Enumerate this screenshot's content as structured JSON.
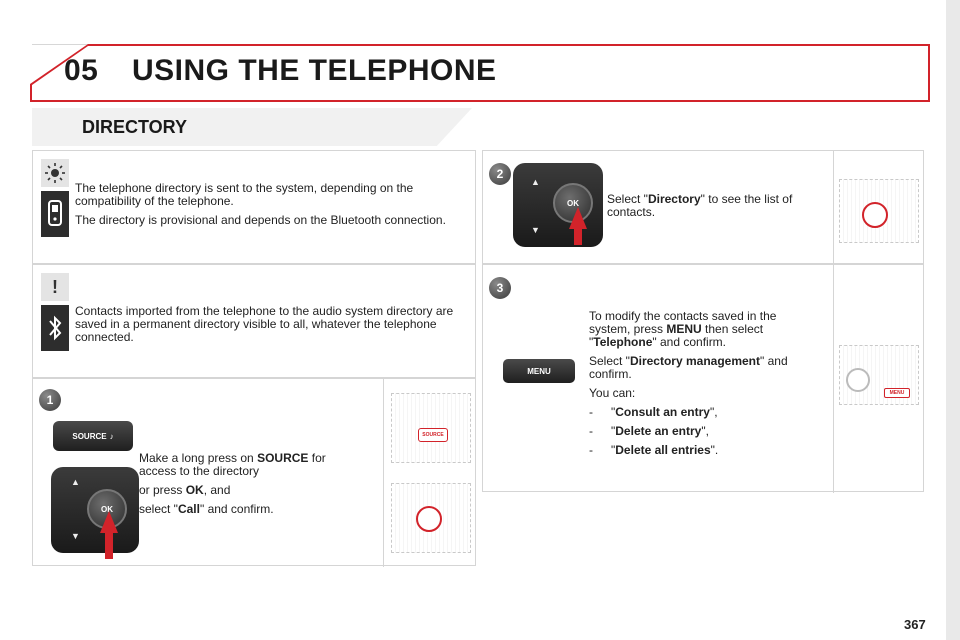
{
  "header": {
    "chapter_number": "05",
    "chapter_title": "USING THE TELEPHONE",
    "section_title": "DIRECTORY"
  },
  "info_panel": {
    "text1": "The telephone directory is sent to the system, depending on the compatibility of the telephone.",
    "text2": "The directory is provisional and depends on the Bluetooth connection."
  },
  "warning_panel": {
    "text": "Contacts imported from the telephone to the audio system directory are saved in a permanent directory visible to all, whatever the telephone connected."
  },
  "step1": {
    "number": "1",
    "source_label": "SOURCE",
    "ok_label": "OK",
    "line1_a": "Make a long press on ",
    "line1_b": "SOURCE",
    "line1_c": " for access to the directory",
    "line2_a": "or press ",
    "line2_b": "OK",
    "line2_c": ", and",
    "line3_a": "select \"",
    "line3_b": "Call",
    "line3_c": "\" and confirm."
  },
  "step2": {
    "number": "2",
    "ok_label": "OK",
    "text_a": "Select \"",
    "text_b": "Directory",
    "text_c": "\" to see the list of contacts."
  },
  "step3": {
    "number": "3",
    "menu_label": "MENU",
    "line1_a": "To modify the contacts saved in the system, press ",
    "line1_b": "MENU",
    "line1_c": " then select \"",
    "line1_d": "Telephone",
    "line1_e": "\" and confirm.",
    "line2_a": "Select \"",
    "line2_b": "Directory management",
    "line2_c": "\" and confirm.",
    "line3": "You can:",
    "options": [
      {
        "dash": "-",
        "pre": "\"",
        "label": "Consult an entry",
        "post": "\","
      },
      {
        "dash": "-",
        "pre": "\"",
        "label": "Delete an entry",
        "post": "\","
      },
      {
        "dash": "-",
        "pre": "\"",
        "label": "Delete all entries",
        "post": "\"."
      }
    ]
  },
  "footer": {
    "page_number": "367"
  },
  "colors": {
    "accent_red": "#d2232a",
    "panel_border": "#d5d5d5",
    "icon_bg": "#e4e4e4"
  }
}
